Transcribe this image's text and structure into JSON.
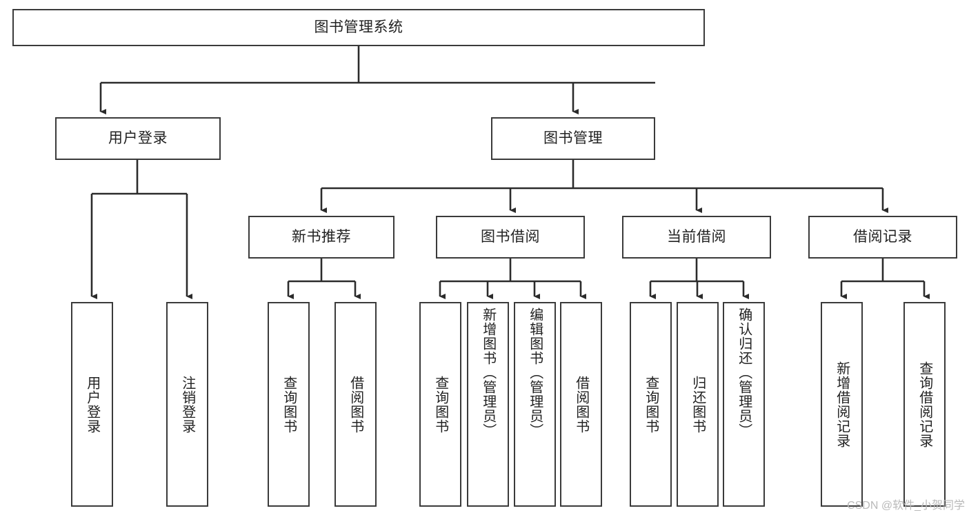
{
  "diagram": {
    "title": "图书管理系统",
    "type": "tree-hierarchy-chart",
    "watermark": "CSDN @软件_小贺同学",
    "colors": {
      "background": "#ffffff",
      "box_border": "#3a3a3a",
      "box_fill": "#ffffff",
      "edge": "#2b2b2b",
      "text": "#222222",
      "watermark": "#b9b9b9"
    },
    "root": {
      "label": "图书管理系统"
    },
    "level2": [
      {
        "label": "用户登录"
      },
      {
        "label": "图书管理"
      }
    ],
    "level3": [
      {
        "label": "新书推荐"
      },
      {
        "label": "图书借阅"
      },
      {
        "label": "当前借阅"
      },
      {
        "label": "借阅记录"
      }
    ],
    "leaves": {
      "user_login": [
        {
          "label": "用户登录"
        },
        {
          "label": "注销登录"
        }
      ],
      "new_book_recommend": [
        {
          "label": "查询图书"
        },
        {
          "label": "借阅图书"
        }
      ],
      "book_borrow": [
        {
          "label": "查询图书"
        },
        {
          "label": "新增图书（管理员）"
        },
        {
          "label": "编辑图书（管理员）"
        },
        {
          "label": "借阅图书"
        }
      ],
      "current_borrow": [
        {
          "label": "查询图书"
        },
        {
          "label": "归还图书"
        },
        {
          "label": "确认归还（管理员）"
        }
      ],
      "borrow_record": [
        {
          "label": "新增借阅记录"
        },
        {
          "label": "查询借阅记录"
        }
      ]
    }
  }
}
